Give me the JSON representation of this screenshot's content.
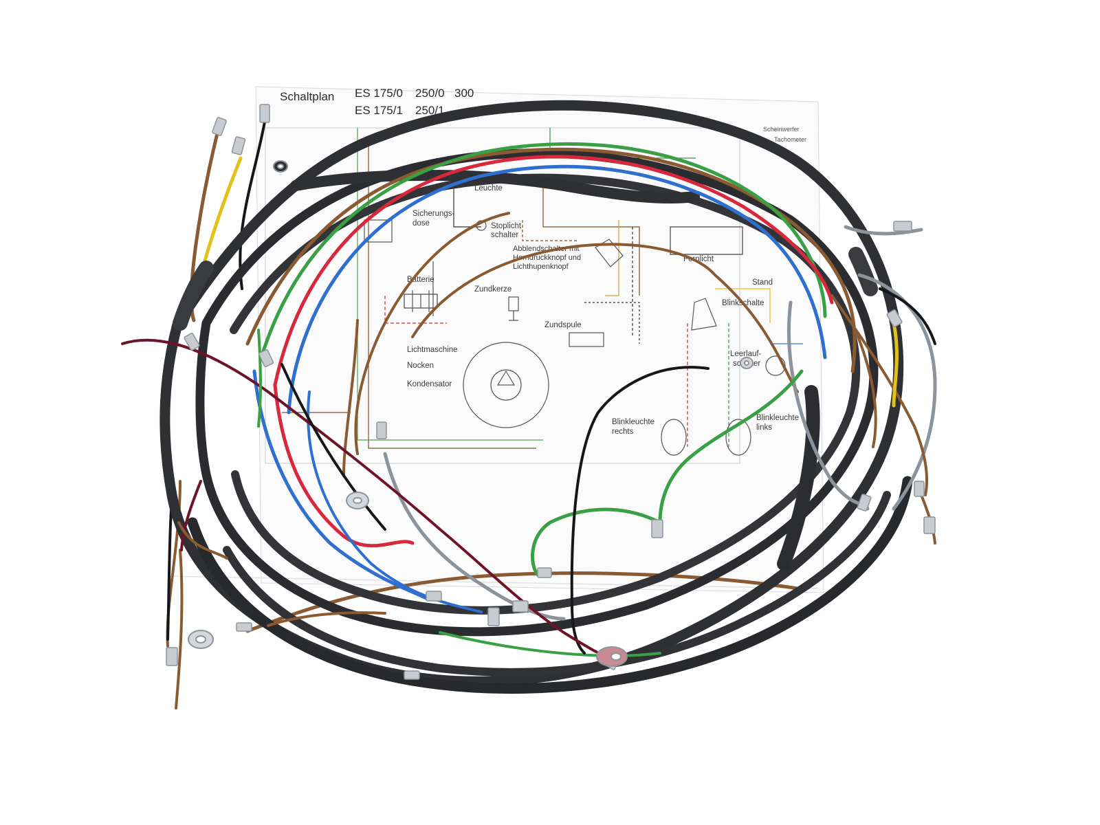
{
  "photo": {
    "subject": "motorcycle wiring harness on printed wiring diagram",
    "background_color": "#ffffff"
  },
  "diagram": {
    "title": "Schaltplan",
    "model_row_1": [
      "ES 175/0",
      "250/0",
      "300"
    ],
    "model_row_2": [
      "ES 175/1",
      "250/1"
    ],
    "labels": {
      "scheinwerfer": "Scheinwerfer",
      "tachometer": "Tachometer",
      "leuchte": "Leuchte",
      "sicherungsdose_1": "Sicherungs-",
      "sicherungsdose_2": "dose",
      "stoplicht": "Stoplicht",
      "schalter": "schalter",
      "abblend_1": "Abblendschalter mit",
      "abblend_2": "Horndruckknopf und",
      "abblend_3": "Lichthupenknopf",
      "fernlicht": "Fernlicht",
      "standlicht": "Stand",
      "batterie": "Batterie",
      "zundkerze": "Zundkerze",
      "zundspule": "Zundspule",
      "blinkschalter": "Blinkschalte",
      "leerlauf_1": "Leerlauf-",
      "leerlauf_2": "schalter",
      "lichtmaschine": "Lichtmaschine",
      "nocken": "Nocken",
      "kondensator": "Kondensator",
      "blinkleuchte_rechts_1": "Blinkleuchte",
      "blinkleuchte_rechts_2": "rechts",
      "blinkleuchte_links_1": "Blinkleuchte",
      "blinkleuchte_links_2": "links"
    }
  },
  "wire_colors": {
    "sheath": "#2f3033",
    "brown": "#8a5a32",
    "green": "#3aa046",
    "red": "#d8283c",
    "blue": "#2f6fcf",
    "gray": "#8c939b",
    "yellow": "#e2c21a",
    "black": "#16171a",
    "maroon": "#6e1428",
    "terminal": "#c8ccd0"
  }
}
